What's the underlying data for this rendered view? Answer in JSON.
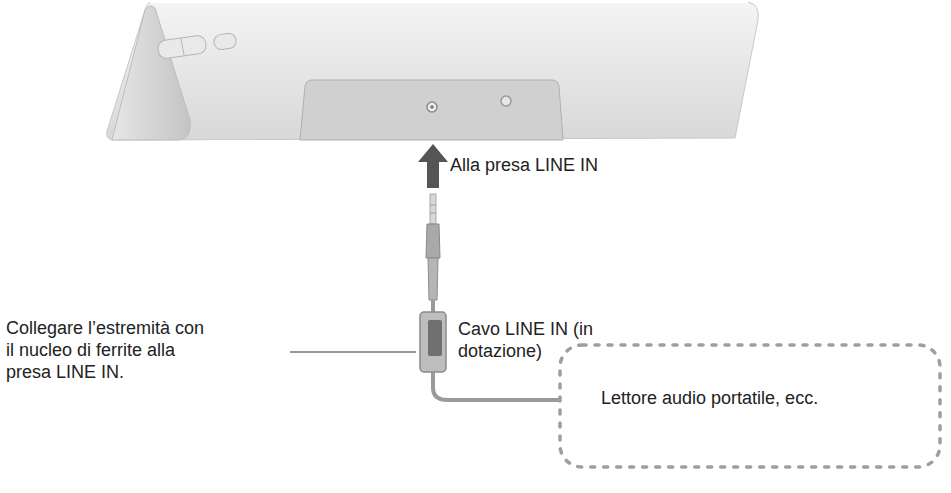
{
  "diagram": {
    "nodes": [
      {
        "text": [
          "Lettore audio portatile, ecc."
        ]
      }
    ],
    "labels": [
      "Alla presa LINE IN",
      "Collegare l’estremità con il nucleo di ferrite alla presa LINE IN.",
      "Cavo LINE IN (in dotazione)"
    ]
  }
}
